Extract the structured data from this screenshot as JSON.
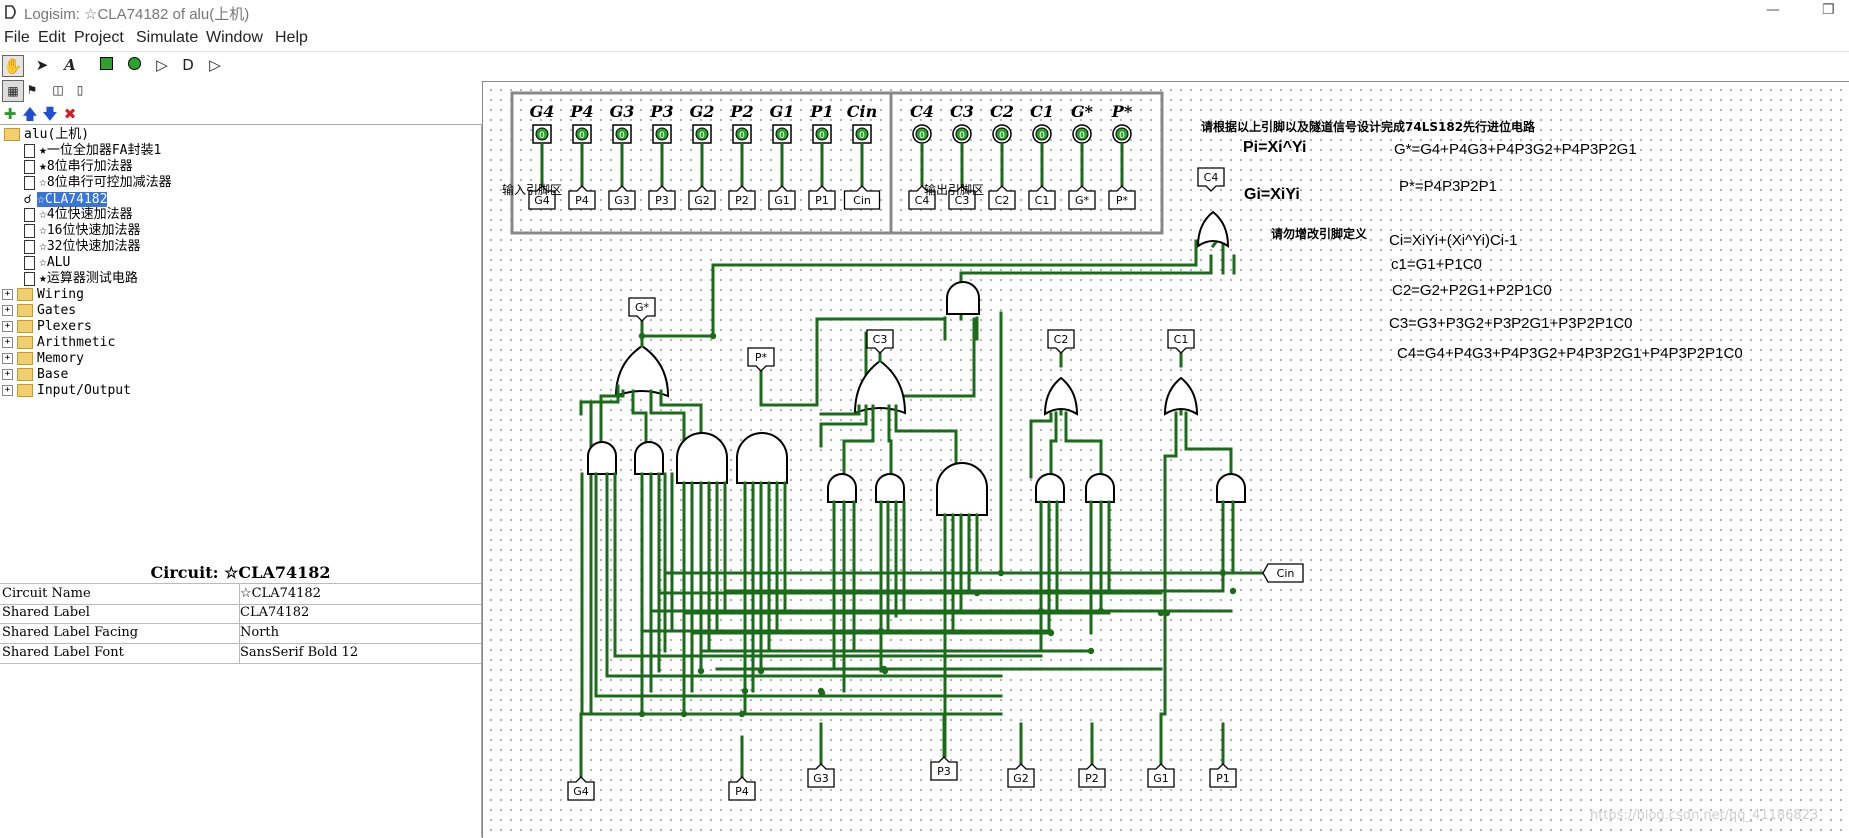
{
  "window": {
    "title": "Logisim: ☆CLA74182 of alu(上机)"
  },
  "menu": [
    "File",
    "Edit",
    "Project",
    "Simulate",
    "Window",
    "Help"
  ],
  "toolbar": {
    "tools": [
      "hand-poke-icon",
      "arrow-select-icon",
      "text-tool-icon",
      "input-pin-icon",
      "output-pin-icon",
      "not-gate-icon",
      "and-gate-icon",
      "or-gate-icon"
    ],
    "project_tools": [
      "add-circuit-icon",
      "move-up-icon",
      "move-down-icon",
      "delete-icon"
    ]
  },
  "explorer": {
    "root": "alu(上机)",
    "circuits": [
      "★一位全加器FA封装1",
      "★8位串行加法器",
      "☆8位串行可控加减法器",
      "☆CLA74182",
      "☆4位快速加法器",
      "☆16位快速加法器",
      "☆32位快速加法器",
      "☆ALU",
      "★运算器测试电路"
    ],
    "selected_index": 3,
    "libraries": [
      "Wiring",
      "Gates",
      "Plexers",
      "Arithmetic",
      "Memory",
      "Base",
      "Input/Output"
    ]
  },
  "properties": {
    "title": "Circuit: ☆CLA74182",
    "rows": [
      {
        "name": "Circuit Name",
        "value": "☆CLA74182"
      },
      {
        "name": "Shared Label",
        "value": "CLA74182"
      },
      {
        "name": "Shared Label Facing",
        "value": "North"
      },
      {
        "name": "Shared Label Font",
        "value": "SansSerif Bold 12"
      }
    ]
  },
  "canvas": {
    "input_pins": [
      "G4",
      "P4",
      "G3",
      "P3",
      "G2",
      "P2",
      "G1",
      "P1",
      "Cin"
    ],
    "output_pins": [
      "C4",
      "C3",
      "C2",
      "C1",
      "G*",
      "P*"
    ],
    "input_area_label": "输入引脚区",
    "output_area_label": "输出引脚区",
    "notes": {
      "instruction": "请根据以上引脚以及隧道信号设计完成74LS182先行进位电路",
      "no_change": "请勿增改引脚定义",
      "pi": "Pi=Xi^Yi",
      "gi": "Gi=XiYi"
    },
    "formulas": [
      "G*=G4+P4G3+P4P3G2+P4P3P2G1",
      "P*=P4P3P2P1",
      "Ci=XiYi+(Xi^Yi)Ci-1",
      "c1=G1+P1C0",
      "C2=G2+P2G1+P2P1C0",
      "C3=G3+P3G2+P3P2G1+P3P2P1C0",
      "C4=G4+P4G3+P4P3G2+P4P3P2G1+P4P3P2P1C0"
    ],
    "tunnels": {
      "bottom_inputs": [
        "G4",
        "P4",
        "G3",
        "P3",
        "G2",
        "P2",
        "G1",
        "P1"
      ],
      "cin": "Cin",
      "top_outputs": [
        "G*",
        "P*",
        "C3",
        "C2",
        "C1",
        "C4"
      ]
    },
    "watermark": "https://blog.csdn.net/qq_41186823",
    "wire_color": "#1a6b1a"
  }
}
